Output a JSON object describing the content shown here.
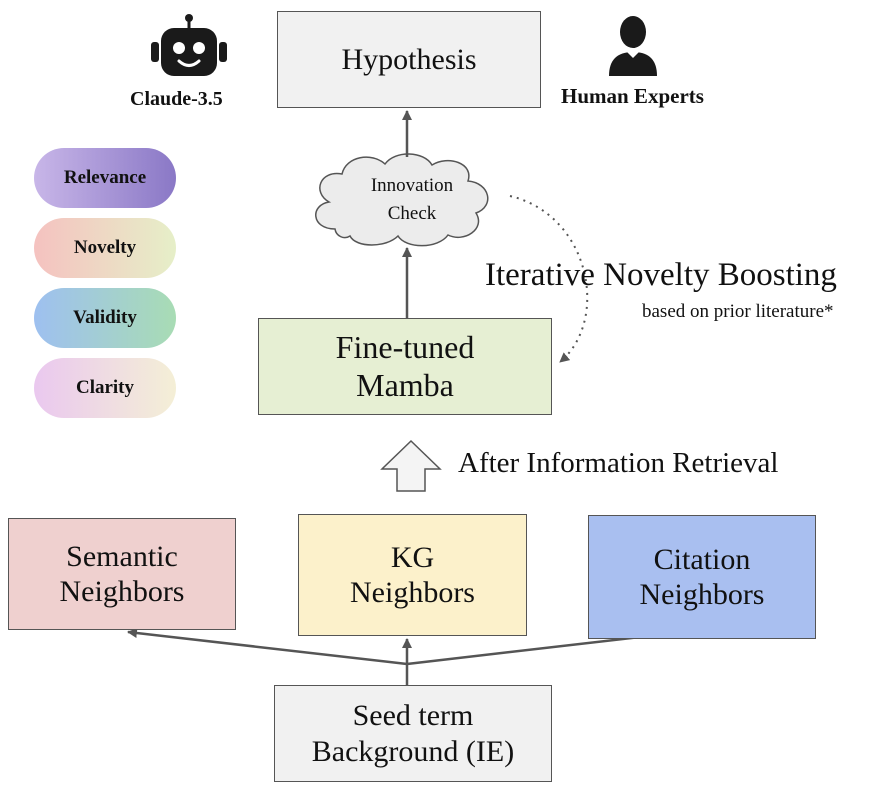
{
  "diagram": {
    "hypothesis": "Hypothesis",
    "evaluators": {
      "claude": "Claude-3.5",
      "human": "Human Experts"
    },
    "criteria": [
      "Relevance",
      "Novelty",
      "Validity",
      "Clarity"
    ],
    "innovation_check": {
      "line1": "Innovation",
      "line2": "Check"
    },
    "iterative": {
      "title": "Iterative Novelty Boosting",
      "subtitle": "based on prior literature*"
    },
    "model": {
      "line1": "Fine-tuned",
      "line2": "Mamba"
    },
    "retrieval": "After Information Retrieval",
    "neighbors": {
      "semantic": {
        "line1": "Semantic",
        "line2": "Neighbors"
      },
      "kg": {
        "line1": "KG",
        "line2": "Neighbors"
      },
      "citation": {
        "line1": "Citation",
        "line2": "Neighbors"
      }
    },
    "seed": {
      "line1": "Seed term",
      "line2": "Background (IE)"
    }
  },
  "colors": {
    "hypothesis_fill": "#f1f1f1",
    "model_fill": "#e6efd3",
    "semantic_fill": "#efd0cf",
    "kg_fill": "#fcf1cb",
    "citation_fill": "#a9bff0",
    "seed_fill": "#f1f1f1",
    "arrow": "#555555"
  },
  "icons": {
    "claude": "robot-icon",
    "human": "person-icon"
  }
}
